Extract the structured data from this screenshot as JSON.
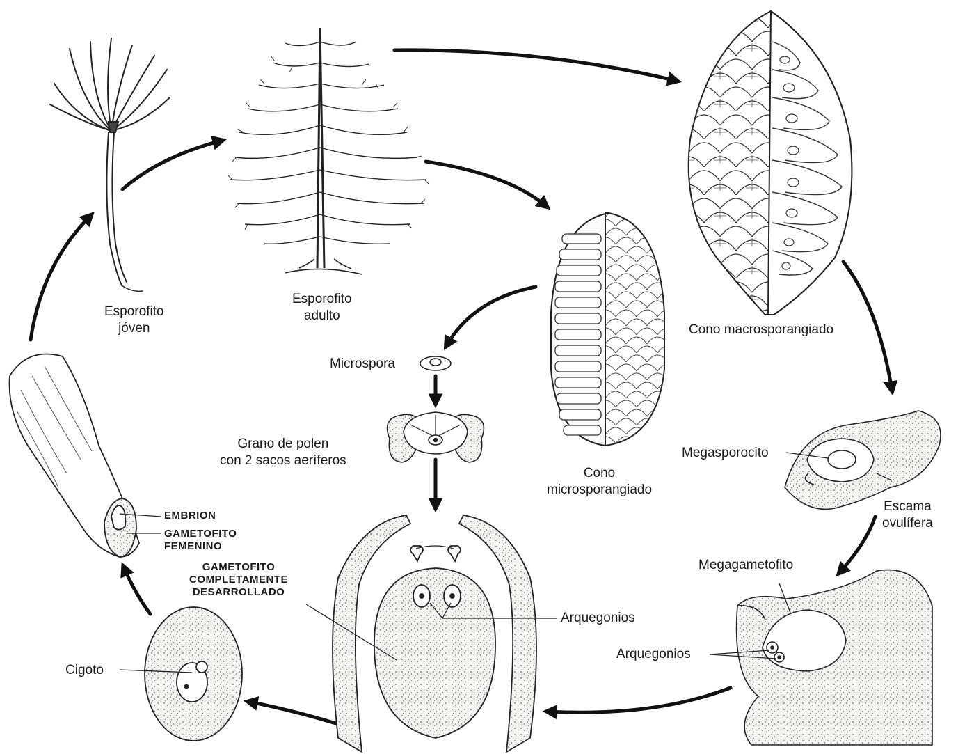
{
  "labels": {
    "esporofito_joven": [
      "Esporofito",
      "jóven"
    ],
    "esporofito_adulto": [
      "Esporofito",
      "adulto"
    ],
    "cono_macrosporangiado": "Cono macrosporangiado",
    "microspora": "Microspora",
    "grano_polen": [
      "Grano de polen",
      "con 2 sacos aeríferos"
    ],
    "cono_microsporangiado": [
      "Cono",
      "microsporangiado"
    ],
    "megasporocito": "Megasporocito",
    "escama_ovulifera": [
      "Escama",
      "ovulífera"
    ],
    "megagametofito": "Megagametofito",
    "arquegonios_center": "Arquegonios",
    "arquegonios_right": "Arquegonios",
    "embrion": "EMBRION",
    "gametofito_femenino": [
      "GAMETOFITO",
      "FEMENINO"
    ],
    "gametofito_completo": [
      "GAMETOFITO",
      "COMPLETAMENTE",
      "DESARROLLADO"
    ],
    "cigoto": "Cigoto"
  },
  "colors": {
    "ink": "#1a1a1a",
    "stipple_fill": "#eeeeec",
    "paper": "#ffffff"
  }
}
